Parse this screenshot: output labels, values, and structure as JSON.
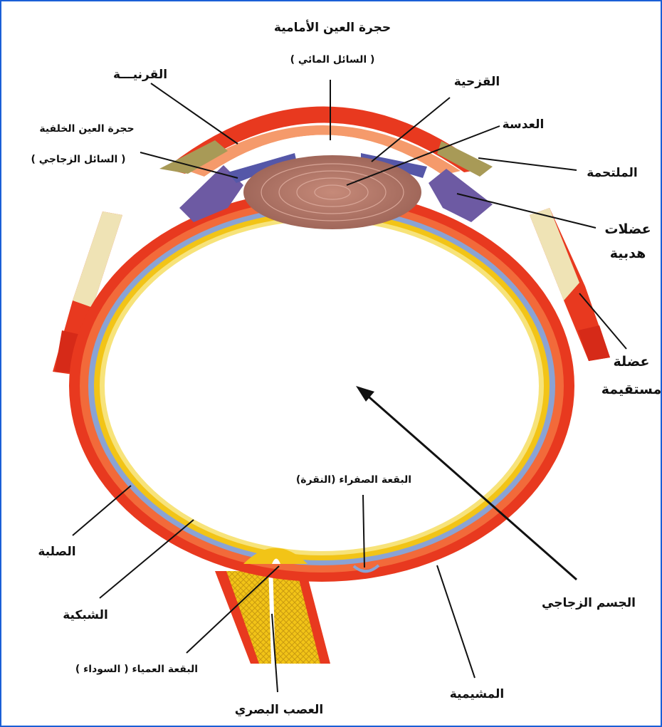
{
  "labels": {
    "anterior_chamber": "حجرة العين الأمامية",
    "aqueous_humor": "( السائل المائي )",
    "cornea": "القرنيـــة",
    "iris": "القزحية",
    "lens": "العدسة",
    "posterior_chamber": "حجرة العين الخلفية",
    "vitreous_fluid": "( السائل الزجاجي )",
    "conjunctiva": "الملتحمة",
    "ciliary_muscles_line1": "عضلات",
    "ciliary_muscles_line2": "هدبية",
    "rectus_muscle_line1": "عضلة",
    "rectus_muscle_line2": "مستقيمة",
    "fovea": "البقعة الصفراء (النقرة)",
    "sclera": "الصلبة",
    "retina": "الشبكية",
    "vitreous_body": "الجسم الزجاجي",
    "blind_spot": "البقعة العمياء ( السوداء )",
    "optic_nerve": "العصب البصري",
    "choroid": "المشيمية"
  },
  "colors": {
    "frame": "#1a5fd6",
    "sclera": "#e8391f",
    "sclera_inner": "#f26a3a",
    "choroid": "#8aa3d4",
    "retina": "#f2c417",
    "retina_light": "#f7e37a",
    "cornea": "#f59a6b",
    "lens": "#b97b6c",
    "iris": "#5557a8",
    "ciliary": "#6d5aa3",
    "tendon": "#efe3b5",
    "leader": "#111111"
  }
}
